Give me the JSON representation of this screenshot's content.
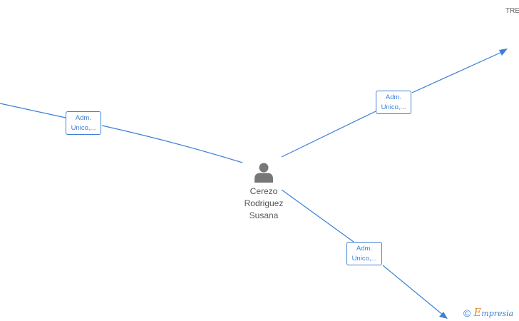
{
  "person": {
    "name_lines": [
      "Cerezo",
      "Rodriguez",
      "Susana"
    ]
  },
  "company_labels": {
    "top_right": "TRE"
  },
  "relations": [
    {
      "role_lines": [
        "Adm.",
        "Unico,..."
      ]
    },
    {
      "role_lines": [
        "Adm.",
        "Unico,..."
      ]
    },
    {
      "role_lines": [
        "Adm.",
        "Unico,..."
      ]
    }
  ],
  "branding": {
    "copyright_symbol": "©",
    "logo_initial": "E",
    "logo_rest": "mpresia"
  },
  "colors": {
    "edge": "#3c7fd6",
    "node_icon": "#777777",
    "brand_accent": "#f08a24"
  }
}
